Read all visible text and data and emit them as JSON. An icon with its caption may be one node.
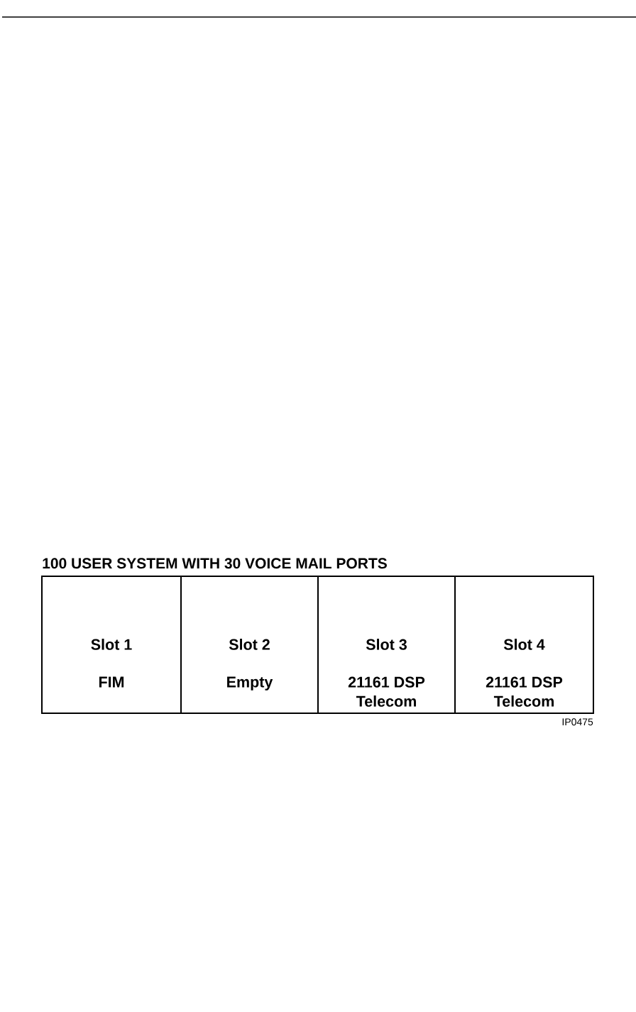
{
  "diagram": {
    "title": "100 USER SYSTEM WITH 30 VOICE MAIL PORTS",
    "nodes": [
      {
        "text": [
          "Slot 1",
          "FIM"
        ]
      },
      {
        "text": [
          "Slot 2",
          "Empty"
        ]
      },
      {
        "text": [
          "Slot 3",
          "21161 DSP Telecom"
        ]
      },
      {
        "text": [
          "Slot 4",
          "21161 DSP Telecom"
        ]
      }
    ],
    "labels": [
      "IP0475"
    ]
  }
}
